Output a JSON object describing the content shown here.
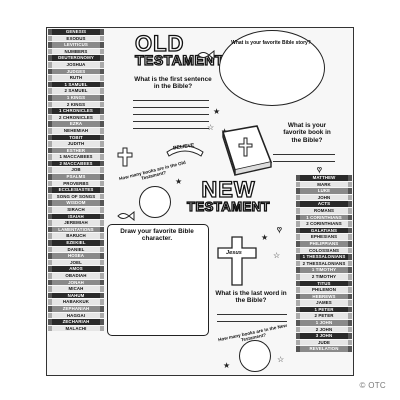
{
  "old_testament_books": [
    "GENESIS",
    "EXODUS",
    "LEVITICUS",
    "NUMBERS",
    "DEUTERONOMY",
    "JOSHUA",
    "JUDGES",
    "RUTH",
    "1 SAMUEL",
    "2 SAMUEL",
    "1 KINGS",
    "2 KINGS",
    "1 CHRONICLES",
    "2 CHRONICLES",
    "EZRA",
    "NEHEMIAH",
    "TOBIT",
    "JUDITH",
    "ESTHER",
    "1 MACCABEES",
    "2 MACCABEES",
    "JOB",
    "PSALMS",
    "PROVERBS",
    "ECCLESIASTES",
    "SONG OF SONGS",
    "WISDOM",
    "SIRACH",
    "ISAIAH",
    "JEREMIAH",
    "LAMENTATIONS",
    "BARUCH",
    "EZEKIEL",
    "DANIEL",
    "HOSEA",
    "JOEL",
    "AMOS",
    "OBADIAH",
    "JONAH",
    "MICAH",
    "NAHUM",
    "HABAKKUK",
    "ZEPHANIAH",
    "HAGGAI",
    "ZECHARIAH",
    "MALACHI"
  ],
  "new_testament_books": [
    "MATTHEW",
    "MARK",
    "LUKE",
    "JOHN",
    "ACTS",
    "ROMANS",
    "1 CORINTHIANS",
    "2 CORINTHIANS",
    "GALATIANS",
    "EPHESIANS",
    "PHILIPPIANS",
    "COLOSSIANS",
    "1 THESSALONIANS",
    "2 THESSALONIANS",
    "1 TIMOTHY",
    "2 TIMOTHY",
    "TITUS",
    "PHILEMON",
    "HEBREWS",
    "JAMES",
    "1 PETER",
    "2 PETER",
    "1 JOHN",
    "2 JOHN",
    "3 JOHN",
    "JUDE",
    "REVELATION"
  ],
  "old_title": {
    "big": "OLD",
    "sub": "TESTAMENT"
  },
  "new_title": {
    "big": "NEW",
    "sub": "TESTAMENT"
  },
  "prompts": {
    "favorite_story": "What is your favorite Bible story?",
    "first_sentence": "What is the first sentence in the Bible?",
    "favorite_book": "What is your favorite book in the Bible?",
    "favorite_character": "Draw your favorite Bible character.",
    "last_word": "What is the last word in the Bible?",
    "how_many_old": "How many books are in the Old Testament?",
    "how_many_new": "How many books are in the New Testament?"
  },
  "badges": {
    "believe": "BELIEVE",
    "jesus": "Jesus"
  },
  "brand": "© OTC"
}
